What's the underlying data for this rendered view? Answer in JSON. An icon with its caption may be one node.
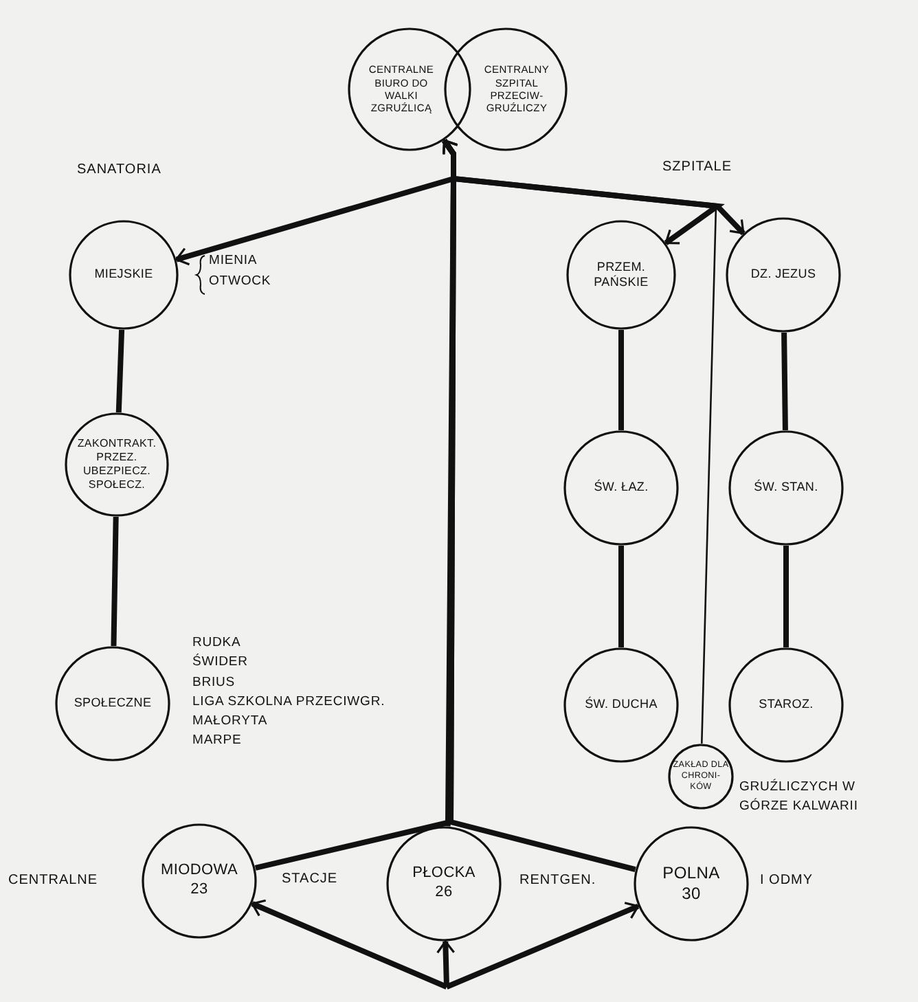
{
  "diagram": {
    "nodes": [
      {
        "text": [
          "CENTRALNE BIURO DO WALKI ZGRUŹLICĄ"
        ]
      },
      {
        "text": [
          "CENTRALNY SZPITAL PRZECIW- GRUŹLICZY"
        ]
      },
      {
        "text": [
          "MIEJSKIE"
        ],
        "beside": [
          "MIENIA",
          "OTWOCK"
        ]
      },
      {
        "text": [
          "ZAKONTRAKT. PRZEZ. UBEZPIECZ. SPOŁECZ."
        ]
      },
      {
        "text": [
          "SPOŁECZNE"
        ],
        "beside": [
          "RUDKA",
          "ŚWIDER",
          "BRIUS",
          "LIGA SZKOLNA PRZECIWGR.",
          "MAŁORYTA",
          "MARPE"
        ]
      },
      {
        "text": [
          "PRZEM. PAŃSKIE"
        ]
      },
      {
        "text": [
          "DZ. JEZUS"
        ]
      },
      {
        "text": [
          "ŚW. ŁAZ."
        ]
      },
      {
        "text": [
          "ŚW. STAN."
        ]
      },
      {
        "text": [
          "ŚW. DUCHA"
        ]
      },
      {
        "text": [
          "STAROZ."
        ]
      },
      {
        "text": [
          "ZAKŁAD DLA CHRONI- KÓW"
        ],
        "beside": [
          "GRUŹLICZYCH W GÓRZE KALWARII"
        ]
      },
      {
        "text": [
          "MIODOWA",
          "23"
        ]
      },
      {
        "text": [
          "PŁOCKA",
          "26"
        ]
      },
      {
        "text": [
          "POLNA",
          "30"
        ]
      }
    ],
    "edges": [
      {
        "from": 0,
        "to": 2,
        "arrow": "to"
      },
      {
        "from": 0,
        "to": 5,
        "arrow": "to"
      },
      {
        "from": 0,
        "to": 6,
        "arrow": "to"
      },
      {
        "from": 0,
        "to": 11,
        "arrow": "none"
      },
      {
        "from": 2,
        "to": 3,
        "arrow": "none"
      },
      {
        "from": 3,
        "to": 4,
        "arrow": "none"
      },
      {
        "from": 5,
        "to": 7,
        "arrow": "none"
      },
      {
        "from": 7,
        "to": 9,
        "arrow": "none"
      },
      {
        "from": 6,
        "to": 8,
        "arrow": "none"
      },
      {
        "from": 8,
        "to": 10,
        "arrow": "none"
      },
      {
        "from": 12,
        "to": 0,
        "arrow": "to"
      },
      {
        "from": 13,
        "to": 0,
        "arrow": "to"
      },
      {
        "from": 14,
        "to": 0,
        "arrow": "to"
      },
      {
        "from": null,
        "to": 12,
        "arrow": "to"
      },
      {
        "from": null,
        "to": 13,
        "arrow": "to"
      },
      {
        "from": null,
        "to": 14,
        "arrow": "to"
      }
    ],
    "labels": [
      "SANATORIA",
      "SZPITALE",
      "CENTRALNE",
      "STACJE",
      "RENTGEN.",
      "I ODMY"
    ]
  }
}
